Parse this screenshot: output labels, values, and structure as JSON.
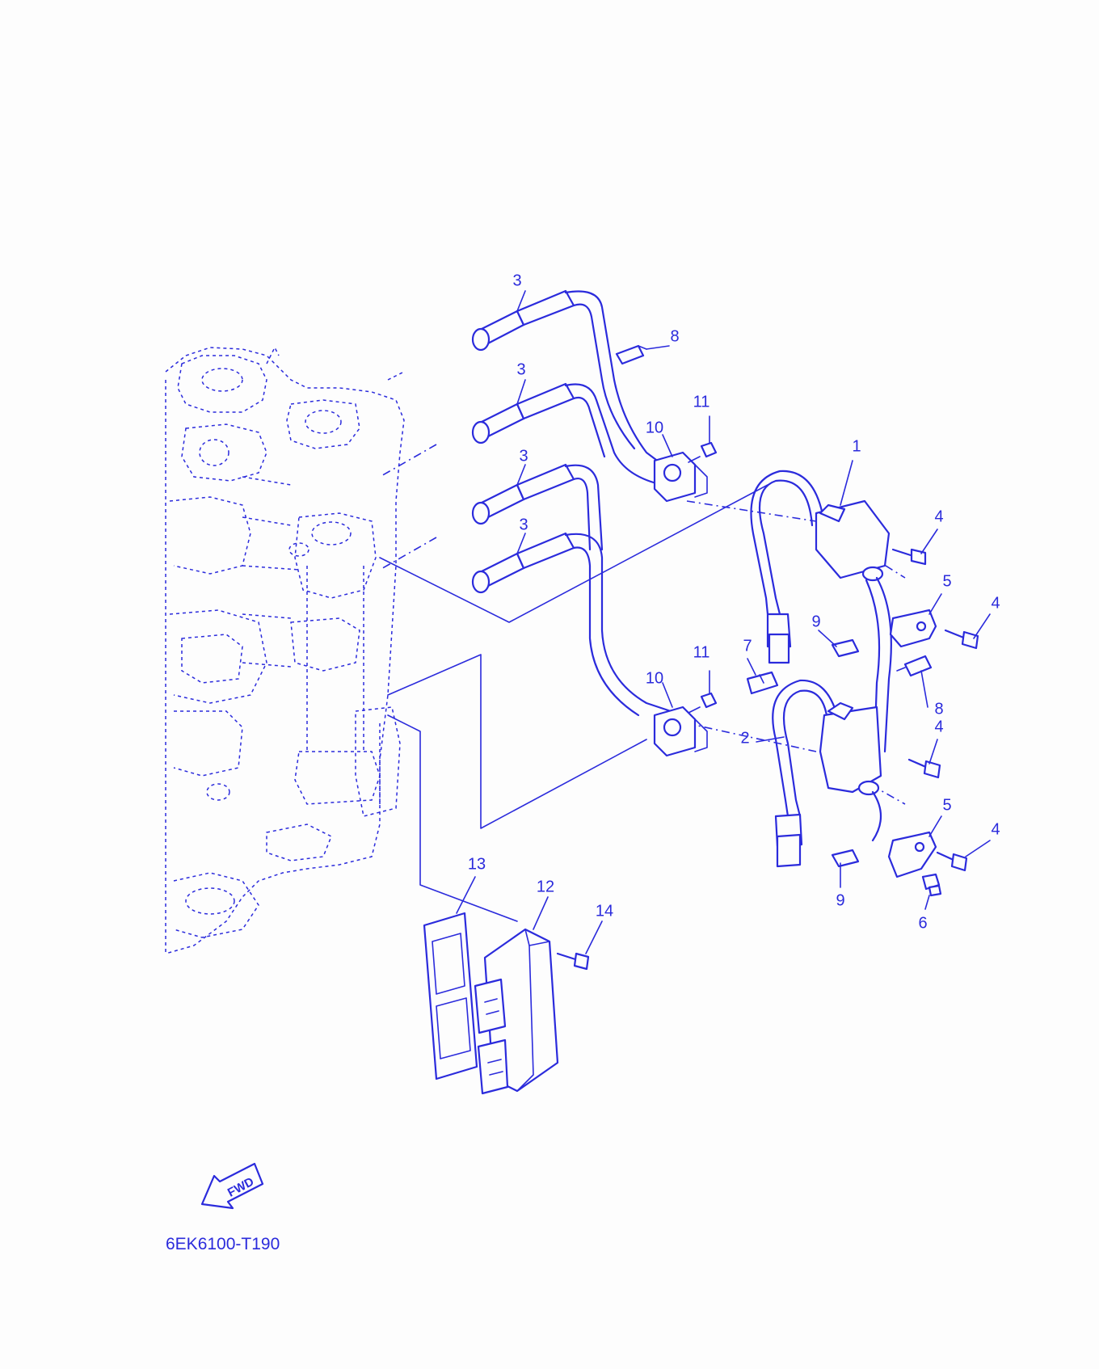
{
  "diagram": {
    "code": "6EK6100-T190",
    "fwd_label": "FWD",
    "callouts": [
      {
        "id": "c1",
        "text": "1"
      },
      {
        "id": "c2",
        "text": "2"
      },
      {
        "id": "c3a",
        "text": "3"
      },
      {
        "id": "c3b",
        "text": "3"
      },
      {
        "id": "c3c",
        "text": "3"
      },
      {
        "id": "c3d",
        "text": "3"
      },
      {
        "id": "c4a",
        "text": "4"
      },
      {
        "id": "c4b",
        "text": "4"
      },
      {
        "id": "c4c",
        "text": "4"
      },
      {
        "id": "c4d",
        "text": "4"
      },
      {
        "id": "c5a",
        "text": "5"
      },
      {
        "id": "c5b",
        "text": "5"
      },
      {
        "id": "c6",
        "text": "6"
      },
      {
        "id": "c7",
        "text": "7"
      },
      {
        "id": "c8a",
        "text": "8"
      },
      {
        "id": "c8b",
        "text": "8"
      },
      {
        "id": "c9a",
        "text": "9"
      },
      {
        "id": "c9b",
        "text": "9"
      },
      {
        "id": "c10a",
        "text": "10"
      },
      {
        "id": "c10b",
        "text": "10"
      },
      {
        "id": "c11a",
        "text": "11"
      },
      {
        "id": "c11b",
        "text": "11"
      },
      {
        "id": "c12",
        "text": "12"
      },
      {
        "id": "c13",
        "text": "13"
      },
      {
        "id": "c14",
        "text": "14"
      }
    ],
    "colors": {
      "line": "#2b2bdc",
      "paper": "#fdfdfd"
    }
  }
}
